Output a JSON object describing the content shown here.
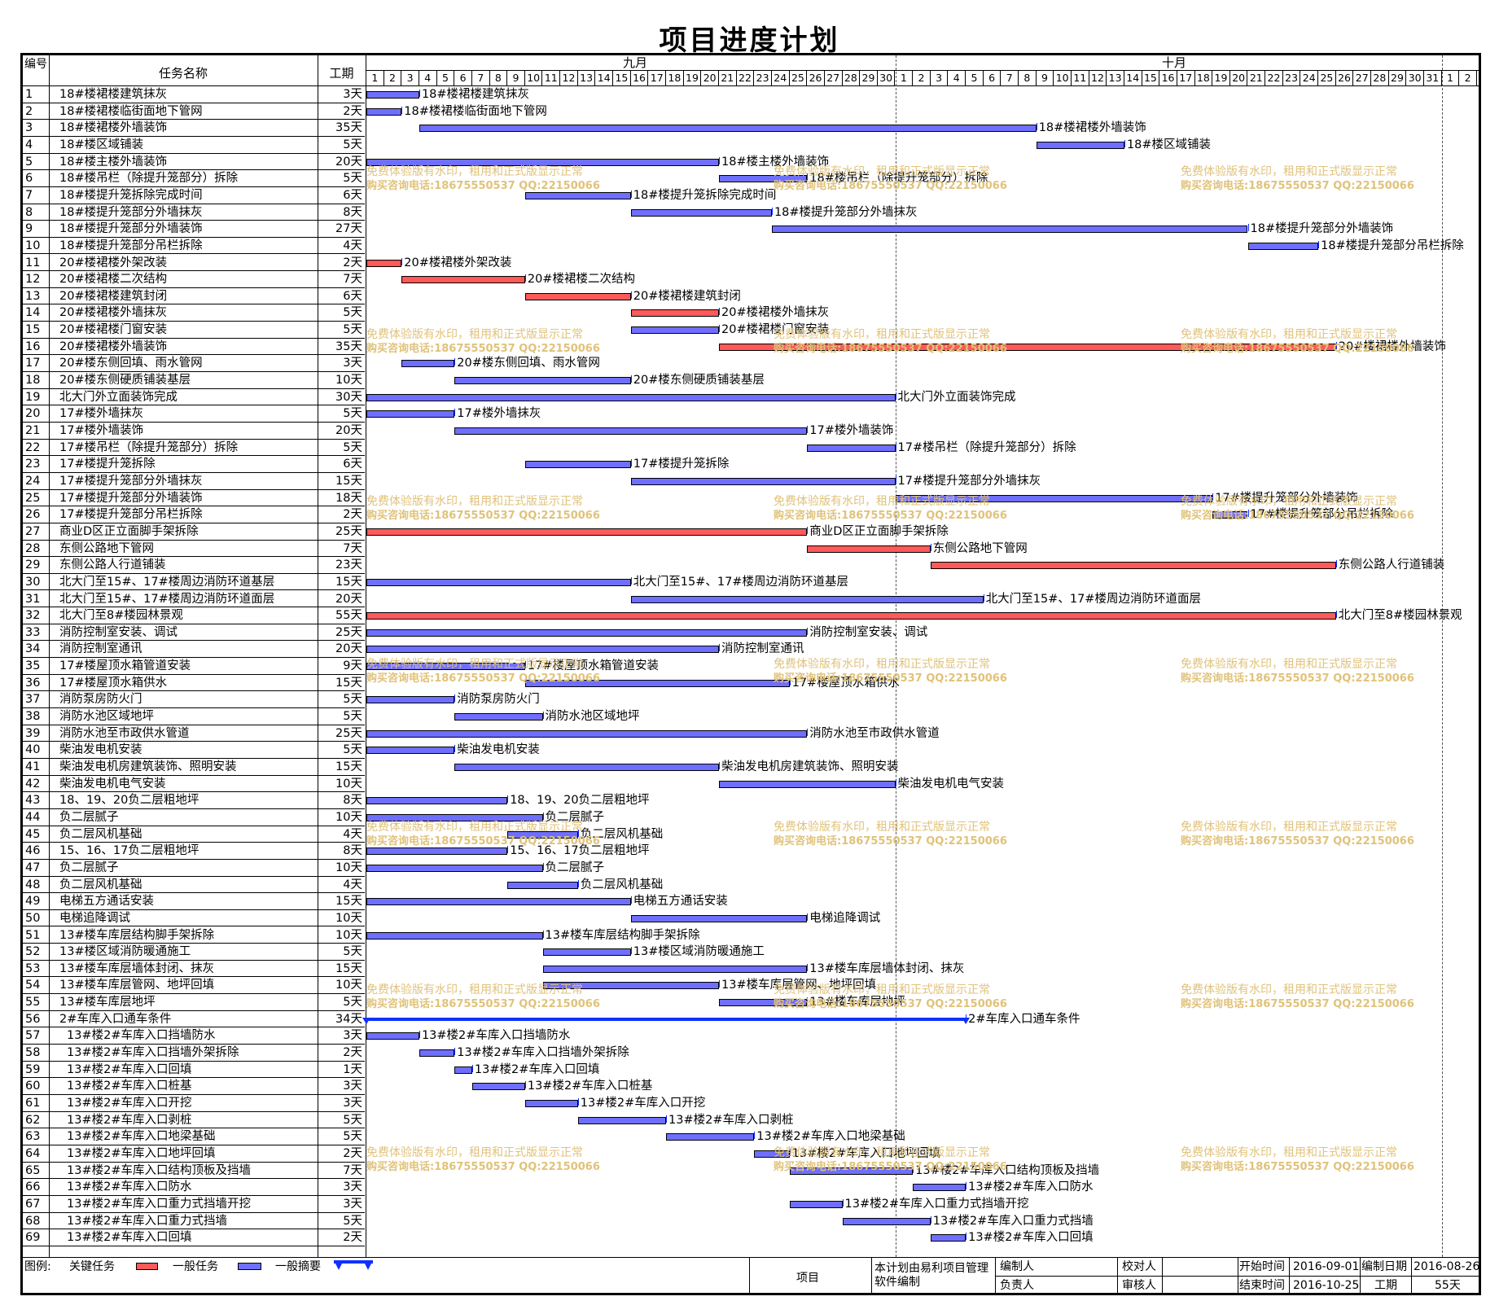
{
  "title": "项目进度计划",
  "header": {
    "no": "编号",
    "name": "任务名称",
    "dur": "工期",
    "month1": "九月",
    "month2": "十月"
  },
  "months": {
    "sep_days": 30,
    "oct_days": 31,
    "extra_days": 2
  },
  "tasks": [
    {
      "no": "1",
      "name": "18#楼裙楼建筑抹灰",
      "dur": "3天",
      "start": 1,
      "len": 3,
      "type": "normal",
      "label": "18#楼裙楼建筑抹灰"
    },
    {
      "no": "2",
      "name": "18#楼裙楼临街面地下管网",
      "dur": "2天",
      "start": 1,
      "len": 2,
      "type": "normal",
      "label": "18#楼裙楼临街面地下管网"
    },
    {
      "no": "3",
      "name": "18#楼裙楼外墙装饰",
      "dur": "35天",
      "start": 4,
      "len": 35,
      "type": "normal",
      "label": "18#楼裙楼外墙装饰"
    },
    {
      "no": "4",
      "name": "18#楼区域铺装",
      "dur": "5天",
      "start": 39,
      "len": 5,
      "type": "normal",
      "label": "18#楼区域铺装"
    },
    {
      "no": "5",
      "name": "18#楼主楼外墙装饰",
      "dur": "20天",
      "start": 1,
      "len": 20,
      "type": "normal",
      "label": "18#楼主楼外墙装饰"
    },
    {
      "no": "6",
      "name": "18#楼吊栏（除提升笼部分）拆除",
      "dur": "5天",
      "start": 21,
      "len": 5,
      "type": "normal",
      "label": "18#楼吊栏（除提升笼部分）拆除"
    },
    {
      "no": "7",
      "name": "18#楼提升笼拆除完成时间",
      "dur": "6天",
      "start": 10,
      "len": 6,
      "type": "normal",
      "label": "18#楼提升笼拆除完成时间"
    },
    {
      "no": "8",
      "name": "18#楼提升笼部分外墙抹灰",
      "dur": "8天",
      "start": 16,
      "len": 8,
      "type": "normal",
      "label": "18#楼提升笼部分外墙抹灰"
    },
    {
      "no": "9",
      "name": "18#楼提升笼部分外墙装饰",
      "dur": "27天",
      "start": 24,
      "len": 27,
      "type": "normal",
      "label": "18#楼提升笼部分外墙装饰"
    },
    {
      "no": "10",
      "name": "18#楼提升笼部分吊栏拆除",
      "dur": "4天",
      "start": 51,
      "len": 4,
      "type": "normal",
      "label": "18#楼提升笼部分吊栏拆除"
    },
    {
      "no": "11",
      "name": "20#楼裙楼外架改装",
      "dur": "2天",
      "start": 1,
      "len": 2,
      "type": "crit",
      "label": "20#楼裙楼外架改装"
    },
    {
      "no": "12",
      "name": "20#楼裙楼二次结构",
      "dur": "7天",
      "start": 3,
      "len": 7,
      "type": "crit",
      "label": "20#楼裙楼二次结构"
    },
    {
      "no": "13",
      "name": "20#楼裙楼建筑封闭",
      "dur": "6天",
      "start": 10,
      "len": 6,
      "type": "crit",
      "label": "20#楼裙楼建筑封闭"
    },
    {
      "no": "14",
      "name": "20#楼裙楼外墙抹灰",
      "dur": "5天",
      "start": 16,
      "len": 5,
      "type": "crit",
      "label": "20#楼裙楼外墙抹灰"
    },
    {
      "no": "15",
      "name": "20#楼裙楼门窗安装",
      "dur": "5天",
      "start": 16,
      "len": 5,
      "type": "normal",
      "label": "20#楼裙楼门窗安装"
    },
    {
      "no": "16",
      "name": "20#楼裙楼外墙装饰",
      "dur": "35天",
      "start": 21,
      "len": 35,
      "type": "crit",
      "label": "20#楼裙楼外墙装饰"
    },
    {
      "no": "17",
      "name": "20#楼东侧回填、雨水管网",
      "dur": "3天",
      "start": 3,
      "len": 3,
      "type": "normal",
      "label": "20#楼东侧回填、雨水管网"
    },
    {
      "no": "18",
      "name": "20#楼东侧硬质铺装基层",
      "dur": "10天",
      "start": 6,
      "len": 10,
      "type": "normal",
      "label": "20#楼东侧硬质铺装基层"
    },
    {
      "no": "19",
      "name": "北大门外立面装饰完成",
      "dur": "30天",
      "start": 1,
      "len": 30,
      "type": "normal",
      "label": "北大门外立面装饰完成"
    },
    {
      "no": "20",
      "name": "17#楼外墙抹灰",
      "dur": "5天",
      "start": 1,
      "len": 5,
      "type": "normal",
      "label": "17#楼外墙抹灰"
    },
    {
      "no": "21",
      "name": "17#楼外墙装饰",
      "dur": "20天",
      "start": 6,
      "len": 20,
      "type": "normal",
      "label": "17#楼外墙装饰"
    },
    {
      "no": "22",
      "name": "17#楼吊栏（除提升笼部分）拆除",
      "dur": "5天",
      "start": 26,
      "len": 5,
      "type": "normal",
      "label": "17#楼吊栏（除提升笼部分）拆除"
    },
    {
      "no": "23",
      "name": "17#楼提升笼拆除",
      "dur": "6天",
      "start": 10,
      "len": 6,
      "type": "normal",
      "label": "17#楼提升笼拆除"
    },
    {
      "no": "24",
      "name": "17#楼提升笼部分外墙抹灰",
      "dur": "15天",
      "start": 16,
      "len": 15,
      "type": "normal",
      "label": "17#楼提升笼部分外墙抹灰"
    },
    {
      "no": "25",
      "name": "17#楼提升笼部分外墙装饰",
      "dur": "18天",
      "start": 31,
      "len": 18,
      "type": "normal",
      "label": "17#楼提升笼部分外墙装饰"
    },
    {
      "no": "26",
      "name": "17#楼提升笼部分吊栏拆除",
      "dur": "2天",
      "start": 49,
      "len": 2,
      "type": "normal",
      "label": "17#楼提升笼部分吊栏拆除"
    },
    {
      "no": "27",
      "name": "商业D区正立面脚手架拆除",
      "dur": "25天",
      "start": 1,
      "len": 25,
      "type": "crit",
      "label": "商业D区正立面脚手架拆除"
    },
    {
      "no": "28",
      "name": "东侧公路地下管网",
      "dur": "7天",
      "start": 26,
      "len": 7,
      "type": "crit",
      "label": "东侧公路地下管网"
    },
    {
      "no": "29",
      "name": "东侧公路人行道铺装",
      "dur": "23天",
      "start": 33,
      "len": 23,
      "type": "crit",
      "label": "东侧公路人行道铺装"
    },
    {
      "no": "30",
      "name": "北大门至15#、17#楼周边消防环道基层",
      "dur": "15天",
      "start": 1,
      "len": 15,
      "type": "normal",
      "label": "北大门至15#、17#楼周边消防环道基层"
    },
    {
      "no": "31",
      "name": "北大门至15#、17#楼周边消防环道面层",
      "dur": "20天",
      "start": 16,
      "len": 20,
      "type": "normal",
      "label": "北大门至15#、17#楼周边消防环道面层"
    },
    {
      "no": "32",
      "name": "北大门至8#楼园林景观",
      "dur": "55天",
      "start": 1,
      "len": 55,
      "type": "crit",
      "label": "北大门至8#楼园林景观"
    },
    {
      "no": "33",
      "name": "消防控制室安装、调试",
      "dur": "25天",
      "start": 1,
      "len": 25,
      "type": "normal",
      "label": "消防控制室安装、调试"
    },
    {
      "no": "34",
      "name": "消防控制室通讯",
      "dur": "20天",
      "start": 1,
      "len": 20,
      "type": "normal",
      "label": "消防控制室通讯"
    },
    {
      "no": "35",
      "name": "17#楼屋顶水箱管道安装",
      "dur": "9天",
      "start": 1,
      "len": 9,
      "type": "normal",
      "label": "17#楼屋顶水箱管道安装"
    },
    {
      "no": "36",
      "name": "17#楼屋顶水箱供水",
      "dur": "15天",
      "start": 10,
      "len": 15,
      "type": "normal",
      "label": "17#楼屋顶水箱供水"
    },
    {
      "no": "37",
      "name": "消防泵房防火门",
      "dur": "5天",
      "start": 1,
      "len": 5,
      "type": "normal",
      "label": "消防泵房防火门"
    },
    {
      "no": "38",
      "name": "消防水池区域地坪",
      "dur": "5天",
      "start": 6,
      "len": 5,
      "type": "normal",
      "label": "消防水池区域地坪"
    },
    {
      "no": "39",
      "name": "消防水池至市政供水管道",
      "dur": "25天",
      "start": 1,
      "len": 25,
      "type": "normal",
      "label": "消防水池至市政供水管道"
    },
    {
      "no": "40",
      "name": "柴油发电机安装",
      "dur": "5天",
      "start": 1,
      "len": 5,
      "type": "normal",
      "label": "柴油发电机安装"
    },
    {
      "no": "41",
      "name": "柴油发电机房建筑装饰、照明安装",
      "dur": "15天",
      "start": 6,
      "len": 15,
      "type": "normal",
      "label": "柴油发电机房建筑装饰、照明安装"
    },
    {
      "no": "42",
      "name": "柴油发电机电气安装",
      "dur": "10天",
      "start": 21,
      "len": 10,
      "type": "normal",
      "label": "柴油发电机电气安装"
    },
    {
      "no": "43",
      "name": "18、19、20负二层粗地坪",
      "dur": "8天",
      "start": 1,
      "len": 8,
      "type": "normal",
      "label": "18、19、20负二层粗地坪"
    },
    {
      "no": "44",
      "name": "负二层腻子",
      "dur": "10天",
      "start": 1,
      "len": 10,
      "type": "normal",
      "label": "负二层腻子"
    },
    {
      "no": "45",
      "name": "负二层风机基础",
      "dur": "4天",
      "start": 9,
      "len": 4,
      "type": "normal",
      "label": "负二层风机基础"
    },
    {
      "no": "46",
      "name": "15、16、17负二层粗地坪",
      "dur": "8天",
      "start": 1,
      "len": 8,
      "type": "normal",
      "label": "15、16、17负二层粗地坪"
    },
    {
      "no": "47",
      "name": "负二层腻子",
      "dur": "10天",
      "start": 1,
      "len": 10,
      "type": "normal",
      "label": "负二层腻子"
    },
    {
      "no": "48",
      "name": "负二层风机基础",
      "dur": "4天",
      "start": 9,
      "len": 4,
      "type": "normal",
      "label": "负二层风机基础"
    },
    {
      "no": "49",
      "name": "电梯五方通话安装",
      "dur": "15天",
      "start": 1,
      "len": 15,
      "type": "normal",
      "label": "电梯五方通话安装"
    },
    {
      "no": "50",
      "name": "电梯追降调试",
      "dur": "10天",
      "start": 16,
      "len": 10,
      "type": "normal",
      "label": "电梯追降调试"
    },
    {
      "no": "51",
      "name": "13#楼车库层结构脚手架拆除",
      "dur": "10天",
      "start": 1,
      "len": 10,
      "type": "normal",
      "label": "13#楼车库层结构脚手架拆除"
    },
    {
      "no": "52",
      "name": "13#楼区域消防暖通施工",
      "dur": "5天",
      "start": 11,
      "len": 5,
      "type": "normal",
      "label": "13#楼区域消防暖通施工"
    },
    {
      "no": "53",
      "name": "13#楼车库层墙体封闭、抹灰",
      "dur": "15天",
      "start": 11,
      "len": 15,
      "type": "normal",
      "label": "13#楼车库层墙体封闭、抹灰"
    },
    {
      "no": "54",
      "name": "13#楼车库层管网、地坪回填",
      "dur": "10天",
      "start": 11,
      "len": 10,
      "type": "normal",
      "label": "13#楼车库层管网、地坪回填"
    },
    {
      "no": "55",
      "name": "13#楼车库层地坪",
      "dur": "5天",
      "start": 21,
      "len": 5,
      "type": "normal",
      "label": "13#楼车库层地坪"
    },
    {
      "no": "56",
      "name": "2#车库入口通车条件",
      "dur": "34天",
      "start": 1,
      "len": 34,
      "type": "sum",
      "label": "2#车库入口通车条件"
    },
    {
      "no": "57",
      "name": "13#楼2#车库入口挡墙防水",
      "dur": "3天",
      "start": 1,
      "len": 3,
      "type": "normal",
      "label": "13#楼2#车库入口挡墙防水",
      "indent": true
    },
    {
      "no": "58",
      "name": "13#楼2#车库入口挡墙外架拆除",
      "dur": "2天",
      "start": 4,
      "len": 2,
      "type": "normal",
      "label": "13#楼2#车库入口挡墙外架拆除",
      "indent": true
    },
    {
      "no": "59",
      "name": "13#楼2#车库入口回填",
      "dur": "1天",
      "start": 6,
      "len": 1,
      "type": "normal",
      "label": "13#楼2#车库入口回填",
      "indent": true
    },
    {
      "no": "60",
      "name": "13#楼2#车库入口桩基",
      "dur": "3天",
      "start": 7,
      "len": 3,
      "type": "normal",
      "label": "13#楼2#车库入口桩基",
      "indent": true
    },
    {
      "no": "61",
      "name": "13#楼2#车库入口开挖",
      "dur": "3天",
      "start": 10,
      "len": 3,
      "type": "normal",
      "label": "13#楼2#车库入口开挖",
      "indent": true
    },
    {
      "no": "62",
      "name": "13#楼2#车库入口剥桩",
      "dur": "5天",
      "start": 13,
      "len": 5,
      "type": "normal",
      "label": "13#楼2#车库入口剥桩",
      "indent": true
    },
    {
      "no": "63",
      "name": "13#楼2#车库入口地梁基础",
      "dur": "5天",
      "start": 18,
      "len": 5,
      "type": "normal",
      "label": "13#楼2#车库入口地梁基础",
      "indent": true
    },
    {
      "no": "64",
      "name": "13#楼2#车库入口地坪回填",
      "dur": "2天",
      "start": 23,
      "len": 2,
      "type": "normal",
      "label": "13#楼2#车库入口地坪回填",
      "indent": true
    },
    {
      "no": "65",
      "name": "13#楼2#车库入口结构顶板及挡墙",
      "dur": "7天",
      "start": 25,
      "len": 7,
      "type": "normal",
      "label": "13#楼2#车库入口结构顶板及挡墙",
      "indent": true
    },
    {
      "no": "66",
      "name": "13#楼2#车库入口防水",
      "dur": "3天",
      "start": 32,
      "len": 3,
      "type": "normal",
      "label": "13#楼2#车库入口防水",
      "indent": true
    },
    {
      "no": "67",
      "name": "13#楼2#车库入口重力式挡墙开挖",
      "dur": "3天",
      "start": 25,
      "len": 3,
      "type": "normal",
      "label": "13#楼2#车库入口重力式挡墙开挖",
      "indent": true
    },
    {
      "no": "68",
      "name": "13#楼2#车库入口重力式挡墙",
      "dur": "5天",
      "start": 28,
      "len": 5,
      "type": "normal",
      "label": "13#楼2#车库入口重力式挡墙",
      "indent": true
    },
    {
      "no": "69",
      "name": "13#楼2#车库入口回填",
      "dur": "2天",
      "start": 33,
      "len": 2,
      "type": "normal",
      "label": "13#楼2#车库入口回填",
      "indent": true
    }
  ],
  "watermark": {
    "line1": "免费体验版有水印，租用和正式版显示正常",
    "line2": "购买咨询电话:18675550537 QQ:22150066"
  },
  "footer": {
    "legend_label": "图例:",
    "critical": "关键任务",
    "normal": "一般任务",
    "summary": "一般摘要",
    "project": "项目",
    "made_by_software": "本计划由易利项目管理软件编制",
    "editor": "编制人",
    "checker": "校对人",
    "owner": "负责人",
    "reviewer": "审核人",
    "start_label": "开始时间",
    "start_value": "2016-09-01",
    "end_label": "结束时间",
    "end_value": "2016-10-25",
    "made_date_label": "编制日期",
    "made_date_value": "2016-08-26",
    "duration_label": "工期",
    "duration_value": "55天"
  },
  "colors": {
    "critical": "#ff5a5a",
    "normal": "#6f6fff",
    "summary": "#1030ff",
    "watermark": "#e0c27a"
  }
}
